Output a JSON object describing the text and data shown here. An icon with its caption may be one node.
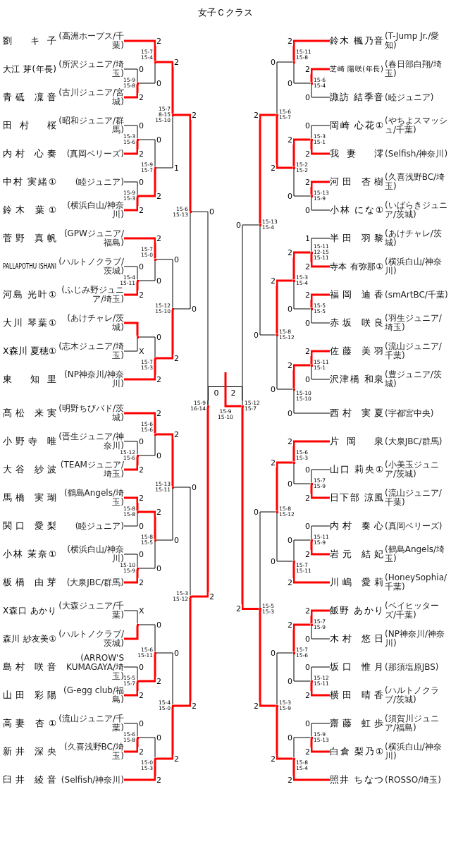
{
  "diagram": {
    "title": "女子Ｃクラス",
    "nodes": [
      {
        "text": [
          "劉 キ子",
          "(高洲ホープス/千葉)"
        ]
      },
      {
        "text": [
          "大江 芽(年長)",
          "(所沢ジュニア/埼玉)"
        ]
      },
      {
        "text": [
          "青砥 凜音",
          "(古川ジュニア/宮城)"
        ]
      },
      {
        "text": [
          "田村 桜",
          "(昭和ジュニア/群馬)"
        ]
      },
      {
        "text": [
          "内村 心奏",
          "(真岡ベリーズ)"
        ]
      },
      {
        "text": [
          "中村 実緒①",
          "(睦ジュニア)"
        ]
      },
      {
        "text": [
          "鈴木 葉①",
          "(横浜白山/神奈川)"
        ]
      },
      {
        "text": [
          "菅野 真帆",
          "(GPWジュニア/福島)"
        ]
      },
      {
        "text": [
          "PALLAPOTHU ISHANI",
          "(ハルトノクラブ/茨城)"
        ]
      },
      {
        "text": [
          "河島 光叶①",
          "(ふじみ野ジュニア/埼玉)"
        ]
      },
      {
        "text": [
          "大川 琴葉①",
          "(あけチャレ/茨城)"
        ]
      },
      {
        "text": [
          "X森川 夏穂①",
          "(志木ジュニア/埼玉)"
        ]
      },
      {
        "text": [
          "東 知里",
          "(NP神奈川/神奈川)"
        ]
      },
      {
        "text": [
          "髙松 来実",
          "(明野ちびバド/茨城)"
        ]
      },
      {
        "text": [
          "小野寺 唯",
          "(晋生ジュニア/神奈川)"
        ]
      },
      {
        "text": [
          "大谷 紗波",
          "(TEAMジュニア/埼玉)"
        ]
      },
      {
        "text": [
          "馬橋 実瑚",
          "(鶴島Angels/埼玉)"
        ]
      },
      {
        "text": [
          "関口 愛梨",
          "(睦ジュニア)"
        ]
      },
      {
        "text": [
          "小林 茉奈①",
          "(横浜白山/神奈川)"
        ]
      },
      {
        "text": [
          "板橋 由芽",
          "(大泉JBC/群馬)"
        ]
      },
      {
        "text": [
          "X森口 あかり",
          "(大森ジュニア/千葉)"
        ]
      },
      {
        "text": [
          "森川 紗友美①",
          "(ハルトノクラブ/茨城)"
        ]
      },
      {
        "text": [
          "島村 咲音",
          "(ARROW'S KUMAGAYA/埼玉)"
        ]
      },
      {
        "text": [
          "山田 彩陽",
          "(G-egg club/福島)"
        ]
      },
      {
        "text": [
          "高妻 杏①",
          "(流山ジュニア/千葉)"
        ]
      },
      {
        "text": [
          "新井 深央",
          "(久喜浅野BC/埼玉)"
        ]
      },
      {
        "text": [
          "臼井 綾音",
          "(Selfish/神奈川)"
        ]
      },
      {
        "text": [],
        "shape": "box",
        "beside": [
          "15-9 15-8"
        ]
      },
      {
        "text": [],
        "shape": "box",
        "beside": [
          "15-7 15-4"
        ]
      },
      {
        "text": [],
        "shape": "box",
        "beside": [
          "15-3 15-6"
        ]
      },
      {
        "text": [],
        "shape": "box",
        "beside": [
          "15-9 15-3"
        ]
      },
      {
        "text": [],
        "shape": "box",
        "beside": [
          "15-9 15-7"
        ]
      },
      {
        "text": [],
        "shape": "box",
        "beside": [
          "15-7 8-15 15-10"
        ]
      },
      {
        "text": [],
        "shape": "box",
        "beside": [
          "15-4 15-11"
        ]
      },
      {
        "text": [],
        "shape": "box",
        "beside": [
          "15-7 15-0"
        ]
      },
      {
        "text": [],
        "shape": "box"
      },
      {
        "text": [],
        "shape": "box",
        "beside": [
          "15-7 15-3"
        ]
      },
      {
        "text": [],
        "shape": "box",
        "beside": [
          "15-12 15-10"
        ]
      },
      {
        "text": [],
        "shape": "box",
        "beside": [
          "15-6 15-13"
        ]
      },
      {
        "text": [],
        "shape": "box",
        "beside": [
          "15-12 15-6"
        ]
      },
      {
        "text": [],
        "shape": "box",
        "beside": [
          "15-6 15-6"
        ]
      },
      {
        "text": [],
        "shape": "box",
        "beside": [
          "15-8 15-8"
        ]
      },
      {
        "text": [],
        "shape": "box",
        "beside": [
          "15-10 15-9"
        ]
      },
      {
        "text": [],
        "shape": "box",
        "beside": [
          "15-8 15-5"
        ]
      },
      {
        "text": [],
        "shape": "box",
        "beside": [
          "15-13 15-11"
        ]
      },
      {
        "text": [],
        "shape": "box"
      },
      {
        "text": [],
        "shape": "box",
        "beside": [
          "15-5 15-7"
        ]
      },
      {
        "text": [],
        "shape": "box",
        "beside": [
          "15-6 15-11"
        ]
      },
      {
        "text": [],
        "shape": "box",
        "beside": [
          "15-6 15-8"
        ]
      },
      {
        "text": [],
        "shape": "box",
        "beside": [
          "15-0 15-3"
        ]
      },
      {
        "text": [],
        "shape": "box",
        "beside": [
          "15-4 15-0"
        ]
      },
      {
        "text": [],
        "shape": "box",
        "beside": [
          "15-3 15-12"
        ]
      },
      {
        "text": [],
        "shape": "box",
        "beside": [
          "15-9 16-14"
        ]
      },
      {
        "text": [
          "鈴木 楓乃音",
          "(T-Jump Jr./愛知)"
        ]
      },
      {
        "text": [
          "芝崎 陽咲(年長)",
          "(春日部白翔/埼玉)"
        ]
      },
      {
        "text": [
          "諏訪 結季音",
          "(睦ジュニア)"
        ]
      },
      {
        "text": [
          "岡崎 心花①",
          "(やちよスマッシュ/千葉)"
        ]
      },
      {
        "text": [
          "我妻 澪",
          "(Selfish/神奈川)"
        ]
      },
      {
        "text": [
          "河田 杏樹",
          "(久喜浅野BC/埼玉)"
        ]
      },
      {
        "text": [
          "小林 にな①",
          "(いばらきジュニア/茨城)"
        ]
      },
      {
        "text": [
          "半田 羽黎",
          "(あけチャレ/茨城)"
        ]
      },
      {
        "text": [
          "寺本 有弥那①",
          "(横浜白山/神奈川)"
        ]
      },
      {
        "text": [
          "福岡 迪香",
          "(smArtBC/千葉)"
        ]
      },
      {
        "text": [
          "赤坂 咲良",
          "(羽生ジュニア/埼玉)"
        ]
      },
      {
        "text": [
          "佐藤 美羽",
          "(流山ジュニア/千葉)"
        ]
      },
      {
        "text": [
          "沢津橋 和泉",
          "(豊ジュニア/茨城)"
        ]
      },
      {
        "text": [
          "西村 実夏",
          "(宇都宮中央)"
        ]
      },
      {
        "text": [
          "片岡 泉",
          "(大泉JBC/群馬)"
        ]
      },
      {
        "text": [
          "山口 莉央①",
          "(小美玉ジュニア/茨城)"
        ]
      },
      {
        "text": [
          "日下部 涼風",
          "(流山ジュニア/千葉)"
        ]
      },
      {
        "text": [
          "内村 奏心",
          "(真岡ベリーズ)"
        ]
      },
      {
        "text": [
          "岩元 結妃",
          "(鶴島Angels/埼玉)"
        ]
      },
      {
        "text": [
          "川嶋 愛莉",
          "(HoneySophia/千葉)"
        ]
      },
      {
        "text": [
          "飯野 あかり",
          "(ベイヒッターズ/千葉)"
        ]
      },
      {
        "text": [
          "木村 悠日",
          "(NP神奈川/神奈川)"
        ]
      },
      {
        "text": [
          "坂口 惟月",
          "(那須塩原JBS)"
        ]
      },
      {
        "text": [
          "横田 晴香",
          "(ハルトノクラブ/茨城)"
        ]
      },
      {
        "text": [
          "齋藤 虹歩",
          "(須賀川ジュニア/福島)"
        ]
      },
      {
        "text": [
          "白倉 梨乃①",
          "(横浜白山/神奈川)"
        ]
      },
      {
        "text": [
          "照井 ちなつ",
          "(ROSSO/埼玉)"
        ]
      },
      {
        "text": [],
        "shape": "box",
        "beside": [
          "15-6 15-4"
        ]
      },
      {
        "text": [],
        "shape": "box",
        "beside": [
          "15-11 15-8"
        ]
      },
      {
        "text": [],
        "shape": "box",
        "beside": [
          "15-3 15-1"
        ]
      },
      {
        "text": [],
        "shape": "box",
        "beside": [
          "15-13 15-9"
        ]
      },
      {
        "text": [],
        "shape": "box",
        "beside": [
          "15-2 15-2"
        ]
      },
      {
        "text": [],
        "shape": "box",
        "beside": [
          "15-6 15-7"
        ]
      },
      {
        "text": [],
        "shape": "box",
        "beside": [
          "15-11 12-15 15-11"
        ]
      },
      {
        "text": [],
        "shape": "box",
        "beside": [
          "15-5 15-5"
        ]
      },
      {
        "text": [],
        "shape": "box",
        "beside": [
          "15-3 15-4"
        ]
      },
      {
        "text": [],
        "shape": "box",
        "beside": [
          "15-11 15-1"
        ]
      },
      {
        "text": [],
        "shape": "box",
        "beside": [
          "15-10 15-10"
        ]
      },
      {
        "text": [],
        "shape": "box",
        "beside": [
          "15-8 15-12"
        ]
      },
      {
        "text": [],
        "shape": "box",
        "beside": [
          "15-13 15-4"
        ]
      },
      {
        "text": [],
        "shape": "box",
        "beside": [
          "15-7 15-9"
        ]
      },
      {
        "text": [],
        "shape": "box",
        "beside": [
          "15-6 15-3"
        ]
      },
      {
        "text": [],
        "shape": "box",
        "beside": [
          "15-11 15-9"
        ]
      },
      {
        "text": [],
        "shape": "box",
        "beside": [
          "15-7 15-11"
        ]
      },
      {
        "text": [],
        "shape": "box",
        "beside": [
          "15-8 15-12"
        ]
      },
      {
        "text": [],
        "shape": "box",
        "beside": [
          "15-7 15-9"
        ]
      },
      {
        "text": [],
        "shape": "box",
        "beside": [
          "15-12 15-11"
        ]
      },
      {
        "text": [],
        "shape": "box",
        "beside": [
          "15-7 15-6"
        ]
      },
      {
        "text": [],
        "shape": "box",
        "beside": [
          "15-9 15-13"
        ]
      },
      {
        "text": [],
        "shape": "box",
        "beside": [
          "15-8 15-4"
        ]
      },
      {
        "text": [],
        "shape": "box",
        "beside": [
          "15-3 15-9"
        ]
      },
      {
        "text": [],
        "shape": "box",
        "beside": [
          "15-5 15-3"
        ]
      },
      {
        "text": [],
        "shape": "box",
        "beside": [
          "15-12 15-7"
        ]
      },
      {
        "text": [],
        "shape": "box",
        "beside": [
          "15-9 15-10"
        ]
      }
    ],
    "edges": [
      {
        "from": 1,
        "to": 27,
        "arrow": "none",
        "label": "0"
      },
      {
        "from": 2,
        "to": 27,
        "arrow": "none",
        "label": "2",
        "style": "thick",
        "color": "#ff0000"
      },
      {
        "from": 0,
        "to": 28,
        "arrow": "none",
        "label": "2",
        "style": "thick",
        "color": "#ff0000"
      },
      {
        "from": 27,
        "to": 28,
        "arrow": "none",
        "label": "0"
      },
      {
        "from": 3,
        "to": 29,
        "arrow": "none",
        "label": "0"
      },
      {
        "from": 4,
        "to": 29,
        "arrow": "none",
        "label": "2",
        "style": "thick",
        "color": "#ff0000"
      },
      {
        "from": 5,
        "to": 30,
        "arrow": "none",
        "label": "0"
      },
      {
        "from": 6,
        "to": 30,
        "arrow": "none",
        "label": "2",
        "style": "thick",
        "color": "#ff0000"
      },
      {
        "from": 29,
        "to": 31,
        "arrow": "none",
        "label": "0"
      },
      {
        "from": 30,
        "to": 31,
        "arrow": "none",
        "label": "2",
        "style": "thick",
        "color": "#ff0000"
      },
      {
        "from": 28,
        "to": 32,
        "arrow": "none",
        "label": "2",
        "style": "thick",
        "color": "#ff0000"
      },
      {
        "from": 31,
        "to": 32,
        "arrow": "none",
        "label": "1"
      },
      {
        "from": 8,
        "to": 33,
        "arrow": "none",
        "label": "0"
      },
      {
        "from": 9,
        "to": 33,
        "arrow": "none",
        "label": "2",
        "style": "thick",
        "color": "#ff0000"
      },
      {
        "from": 7,
        "to": 34,
        "arrow": "none",
        "label": "2",
        "style": "thick",
        "color": "#ff0000"
      },
      {
        "from": 33,
        "to": 34,
        "arrow": "none",
        "label": "0"
      },
      {
        "from": 10,
        "to": 35,
        "arrow": "none",
        "style": "thick",
        "color": "#ff0000"
      },
      {
        "from": 11,
        "to": 35,
        "arrow": "none",
        "label": "X"
      },
      {
        "from": 35,
        "to": 36,
        "arrow": "none",
        "label": "0"
      },
      {
        "from": 12,
        "to": 36,
        "arrow": "none",
        "label": "2",
        "style": "thick",
        "color": "#ff0000"
      },
      {
        "from": 34,
        "to": 37,
        "arrow": "none",
        "label": "0"
      },
      {
        "from": 36,
        "to": 37,
        "arrow": "none",
        "label": "2",
        "style": "thick",
        "color": "#ff0000"
      },
      {
        "from": 32,
        "to": 38,
        "arrow": "none",
        "label": "2",
        "style": "thick",
        "color": "#ff0000"
      },
      {
        "from": 37,
        "to": 38,
        "arrow": "none",
        "label": "0"
      },
      {
        "from": 14,
        "to": 39,
        "arrow": "none",
        "label": "0"
      },
      {
        "from": 15,
        "to": 39,
        "arrow": "none",
        "label": "2",
        "style": "thick",
        "color": "#ff0000"
      },
      {
        "from": 13,
        "to": 40,
        "arrow": "none",
        "label": "2",
        "style": "thick",
        "color": "#ff0000"
      },
      {
        "from": 39,
        "to": 40,
        "arrow": "none",
        "label": "0"
      },
      {
        "from": 16,
        "to": 41,
        "arrow": "none",
        "label": "2",
        "style": "thick",
        "color": "#ff0000"
      },
      {
        "from": 17,
        "to": 41,
        "arrow": "none",
        "label": "0"
      },
      {
        "from": 18,
        "to": 42,
        "arrow": "none",
        "label": "0"
      },
      {
        "from": 19,
        "to": 42,
        "arrow": "none",
        "label": "2",
        "style": "thick",
        "color": "#ff0000"
      },
      {
        "from": 41,
        "to": 43,
        "arrow": "none",
        "label": "2",
        "style": "thick",
        "color": "#ff0000"
      },
      {
        "from": 42,
        "to": 43,
        "arrow": "none",
        "label": "0"
      },
      {
        "from": 40,
        "to": 44,
        "arrow": "none",
        "label": "2",
        "style": "thick",
        "color": "#ff0000"
      },
      {
        "from": 43,
        "to": 44,
        "arrow": "none",
        "label": "0"
      },
      {
        "from": 20,
        "to": 45,
        "arrow": "none",
        "label": "X"
      },
      {
        "from": 21,
        "to": 45,
        "arrow": "none",
        "style": "thick",
        "color": "#ff0000"
      },
      {
        "from": 22,
        "to": 46,
        "arrow": "none",
        "label": "0"
      },
      {
        "from": 23,
        "to": 46,
        "arrow": "none",
        "label": "2",
        "style": "thick",
        "color": "#ff0000"
      },
      {
        "from": 45,
        "to": 47,
        "arrow": "none",
        "label": "0"
      },
      {
        "from": 46,
        "to": 47,
        "arrow": "none",
        "label": "2",
        "style": "thick",
        "color": "#ff0000"
      },
      {
        "from": 24,
        "to": 48,
        "arrow": "none",
        "label": "0"
      },
      {
        "from": 25,
        "to": 48,
        "arrow": "none",
        "label": "2",
        "style": "thick",
        "color": "#ff0000"
      },
      {
        "from": 48,
        "to": 49,
        "arrow": "none",
        "label": "0"
      },
      {
        "from": 26,
        "to": 49,
        "arrow": "none",
        "label": "2",
        "style": "thick",
        "color": "#ff0000"
      },
      {
        "from": 47,
        "to": 50,
        "arrow": "none",
        "label": "0"
      },
      {
        "from": 49,
        "to": 50,
        "arrow": "none",
        "label": "2",
        "style": "thick",
        "color": "#ff0000"
      },
      {
        "from": 44,
        "to": 51,
        "arrow": "none",
        "label": "0"
      },
      {
        "from": 50,
        "to": 51,
        "arrow": "none",
        "label": "2",
        "style": "thick",
        "color": "#ff0000"
      },
      {
        "from": 38,
        "to": 52,
        "arrow": "none",
        "label": "0"
      },
      {
        "from": 51,
        "to": 52,
        "arrow": "none",
        "label": "2",
        "style": "thick",
        "color": "#ff0000"
      },
      {
        "from": 52,
        "to": 106,
        "arrow": "none",
        "label": "0"
      },
      {
        "from": 54,
        "to": 80,
        "arrow": "none",
        "label": "2",
        "style": "thick",
        "color": "#ff0000"
      },
      {
        "from": 55,
        "to": 80,
        "arrow": "none",
        "label": "0"
      },
      {
        "from": 53,
        "to": 81,
        "arrow": "none",
        "label": "2",
        "style": "thick",
        "color": "#ff0000"
      },
      {
        "from": 80,
        "to": 81,
        "arrow": "none",
        "label": "0"
      },
      {
        "from": 56,
        "to": 82,
        "arrow": "none",
        "label": "0"
      },
      {
        "from": 57,
        "to": 82,
        "arrow": "none",
        "label": "2",
        "style": "thick",
        "color": "#ff0000"
      },
      {
        "from": 58,
        "to": 83,
        "arrow": "none",
        "label": "2",
        "style": "thick",
        "color": "#ff0000"
      },
      {
        "from": 59,
        "to": 83,
        "arrow": "none",
        "label": "0"
      },
      {
        "from": 82,
        "to": 84,
        "arrow": "none",
        "label": "2",
        "style": "thick",
        "color": "#ff0000"
      },
      {
        "from": 83,
        "to": 84,
        "arrow": "none",
        "label": "0"
      },
      {
        "from": 81,
        "to": 85,
        "arrow": "none",
        "label": "0"
      },
      {
        "from": 84,
        "to": 85,
        "arrow": "none",
        "label": "2",
        "style": "thick",
        "color": "#ff0000"
      },
      {
        "from": 60,
        "to": 86,
        "arrow": "none",
        "label": "1"
      },
      {
        "from": 61,
        "to": 86,
        "arrow": "none",
        "label": "2",
        "style": "thick",
        "color": "#ff0000"
      },
      {
        "from": 62,
        "to": 87,
        "arrow": "none",
        "label": "2",
        "style": "thick",
        "color": "#ff0000"
      },
      {
        "from": 63,
        "to": 87,
        "arrow": "none",
        "label": "0"
      },
      {
        "from": 86,
        "to": 88,
        "arrow": "none",
        "label": "2",
        "style": "thick",
        "color": "#ff0000"
      },
      {
        "from": 87,
        "to": 88,
        "arrow": "none",
        "label": "0"
      },
      {
        "from": 64,
        "to": 89,
        "arrow": "none",
        "label": "2",
        "style": "thick",
        "color": "#ff0000"
      },
      {
        "from": 65,
        "to": 89,
        "arrow": "none",
        "label": "0"
      },
      {
        "from": 89,
        "to": 90,
        "arrow": "none",
        "label": "2",
        "style": "thick",
        "color": "#ff0000"
      },
      {
        "from": 66,
        "to": 90,
        "arrow": "none",
        "label": "0"
      },
      {
        "from": 88,
        "to": 91,
        "arrow": "none",
        "label": "2",
        "style": "thick",
        "color": "#ff0000"
      },
      {
        "from": 90,
        "to": 91,
        "arrow": "none",
        "label": "0"
      },
      {
        "from": 85,
        "to": 92,
        "arrow": "none",
        "label": "2",
        "style": "thick",
        "color": "#ff0000"
      },
      {
        "from": 91,
        "to": 92,
        "arrow": "none",
        "label": "0"
      },
      {
        "from": 68,
        "to": 93,
        "arrow": "none",
        "label": "0"
      },
      {
        "from": 69,
        "to": 93,
        "arrow": "none",
        "label": "2",
        "style": "thick",
        "color": "#ff0000"
      },
      {
        "from": 67,
        "to": 94,
        "arrow": "none",
        "label": "2",
        "style": "thick",
        "color": "#ff0000"
      },
      {
        "from": 93,
        "to": 94,
        "arrow": "none",
        "label": "0"
      },
      {
        "from": 70,
        "to": 95,
        "arrow": "none",
        "label": "0"
      },
      {
        "from": 71,
        "to": 95,
        "arrow": "none",
        "label": "2",
        "style": "thick",
        "color": "#ff0000"
      },
      {
        "from": 95,
        "to": 96,
        "arrow": "none",
        "label": "0"
      },
      {
        "from": 72,
        "to": 96,
        "arrow": "none",
        "label": "2",
        "style": "thick",
        "color": "#ff0000"
      },
      {
        "from": 94,
        "to": 97,
        "arrow": "none",
        "label": "2",
        "style": "thick",
        "color": "#ff0000"
      },
      {
        "from": 96,
        "to": 97,
        "arrow": "none",
        "label": "0"
      },
      {
        "from": 73,
        "to": 98,
        "arrow": "none",
        "label": "2",
        "style": "thick",
        "color": "#ff0000"
      },
      {
        "from": 74,
        "to": 98,
        "arrow": "none",
        "label": "0"
      },
      {
        "from": 75,
        "to": 99,
        "arrow": "none",
        "label": "0"
      },
      {
        "from": 76,
        "to": 99,
        "arrow": "none",
        "label": "2",
        "style": "thick",
        "color": "#ff0000"
      },
      {
        "from": 98,
        "to": 100,
        "arrow": "none",
        "label": "2",
        "style": "thick",
        "color": "#ff0000"
      },
      {
        "from": 99,
        "to": 100,
        "arrow": "none",
        "label": "0"
      },
      {
        "from": 77,
        "to": 101,
        "arrow": "none",
        "label": "0"
      },
      {
        "from": 78,
        "to": 101,
        "arrow": "none",
        "label": "2",
        "style": "thick",
        "color": "#ff0000"
      },
      {
        "from": 101,
        "to": 102,
        "arrow": "none",
        "label": "0"
      },
      {
        "from": 79,
        "to": 102,
        "arrow": "none",
        "label": "2",
        "style": "thick",
        "color": "#ff0000"
      },
      {
        "from": 100,
        "to": 103,
        "arrow": "none",
        "label": "0"
      },
      {
        "from": 102,
        "to": 103,
        "arrow": "none",
        "label": "2",
        "style": "thick",
        "color": "#ff0000"
      },
      {
        "from": 97,
        "to": 104,
        "arrow": "none",
        "label": "0"
      },
      {
        "from": 103,
        "to": 104,
        "arrow": "none",
        "label": "2",
        "style": "thick",
        "color": "#ff0000"
      },
      {
        "from": 92,
        "to": 105,
        "arrow": "none",
        "label": "0"
      },
      {
        "from": 104,
        "to": 105,
        "arrow": "none",
        "label": "2",
        "style": "thick",
        "color": "#ff0000"
      },
      {
        "from": 105,
        "to": 106,
        "arrow": "none",
        "label": "2",
        "style": "thick",
        "color": "#ff0000"
      }
    ]
  }
}
